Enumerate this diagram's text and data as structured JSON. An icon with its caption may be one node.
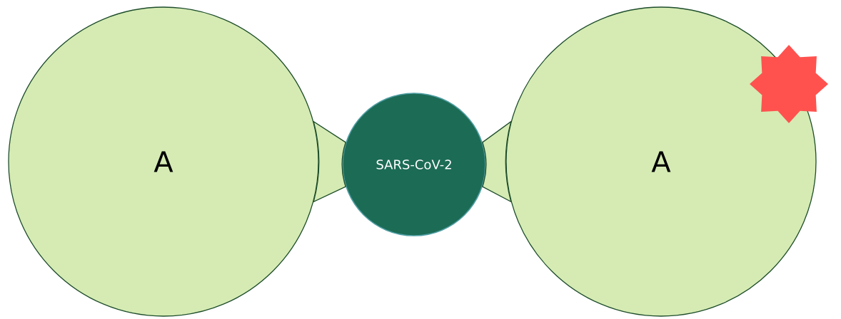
{
  "diagram": {
    "nodes": [
      {
        "text": [
          "A"
        ]
      },
      {
        "text": [
          "SARS-CoV-2"
        ]
      },
      {
        "text": [
          "A"
        ]
      }
    ],
    "edges": [
      {
        "from": 0,
        "to": 1,
        "arrow": "none"
      },
      {
        "from": 1,
        "to": 2,
        "arrow": "none"
      }
    ]
  }
}
